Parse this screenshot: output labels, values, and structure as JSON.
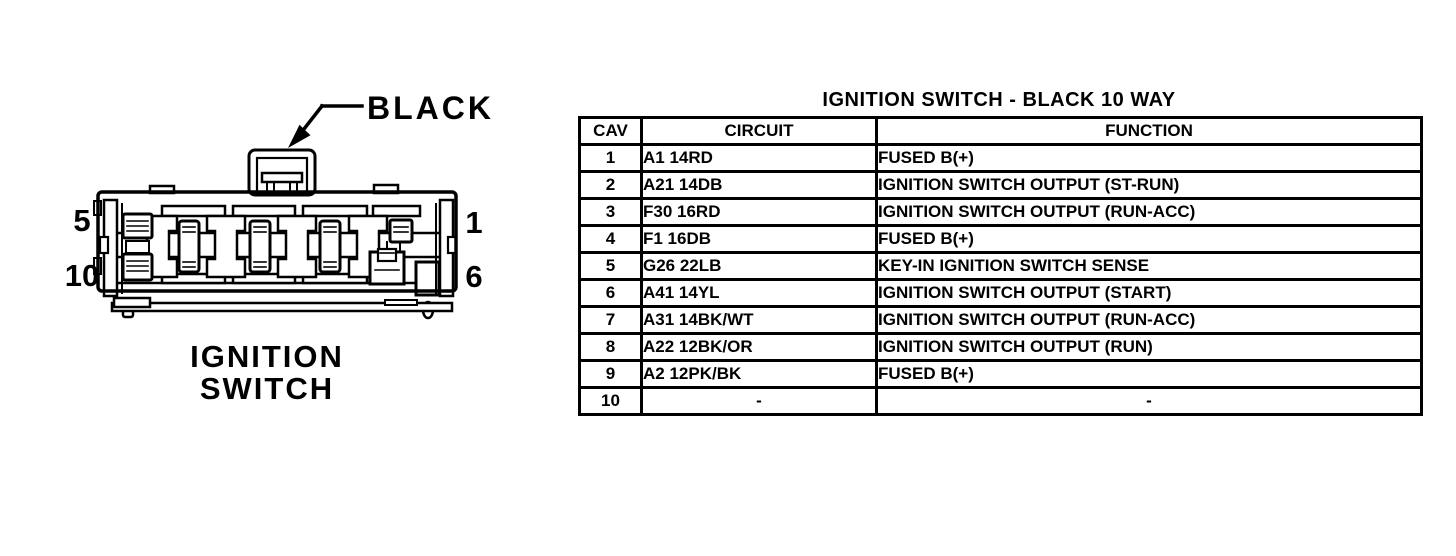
{
  "colors": {
    "ink": "#000000",
    "paper": "#ffffff"
  },
  "diagram": {
    "connector_color_label": "BLACK",
    "caption_line1": "IGNITION",
    "caption_line2": "SWITCH",
    "pin_labels": {
      "top_left": "5",
      "bottom_left": "10",
      "top_right": "1",
      "bottom_right": "6"
    }
  },
  "table": {
    "title": "IGNITION SWITCH - BLACK 10 WAY",
    "headers": [
      "CAV",
      "CIRCUIT",
      "FUNCTION"
    ],
    "rows": [
      [
        "1",
        "A1 14RD",
        "FUSED B(+)"
      ],
      [
        "2",
        "A21 14DB",
        "IGNITION SWITCH OUTPUT (ST-RUN)"
      ],
      [
        "3",
        "F30 16RD",
        "IGNITION SWITCH OUTPUT (RUN-ACC)"
      ],
      [
        "4",
        "F1 16DB",
        "FUSED B(+)"
      ],
      [
        "5",
        "G26 22LB",
        "KEY-IN IGNITION SWITCH SENSE"
      ],
      [
        "6",
        "A41 14YL",
        "IGNITION SWITCH OUTPUT (START)"
      ],
      [
        "7",
        "A31 14BK/WT",
        "IGNITION SWITCH OUTPUT (RUN-ACC)"
      ],
      [
        "8",
        "A22 12BK/OR",
        "IGNITION SWITCH OUTPUT (RUN)"
      ],
      [
        "9",
        "A2 12PK/BK",
        "FUSED B(+)"
      ],
      [
        "10",
        "-",
        "-"
      ]
    ]
  }
}
